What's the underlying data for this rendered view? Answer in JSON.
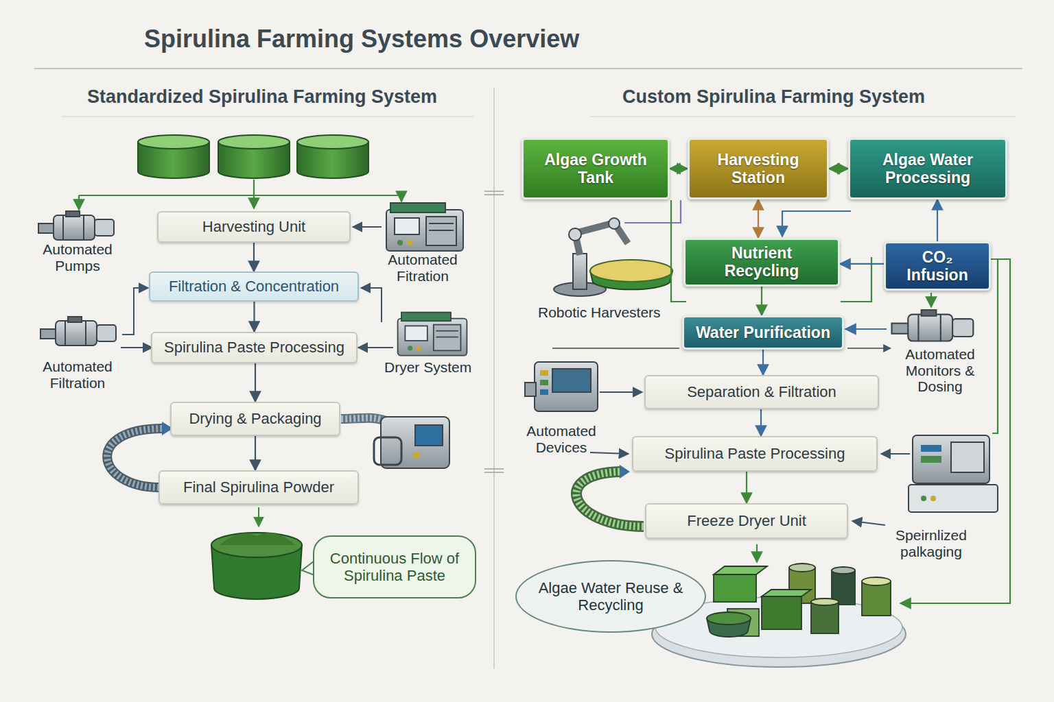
{
  "diagram": {
    "title": "Spirulina Farming Systems Overview",
    "nodes": [
      {
        "text": [
          "Harvesting Unit"
        ]
      },
      {
        "text": [
          "Filtration & Concentration"
        ]
      },
      {
        "text": [
          "Spirulina Paste Processing"
        ]
      },
      {
        "text": [
          "Drying & Packaging"
        ]
      },
      {
        "text": [
          "Final Spirulina Powder"
        ]
      },
      {
        "text": [
          "Continuous Flow of Spirulina Paste"
        ]
      },
      {
        "text": [
          "Algae Growth Tank"
        ]
      },
      {
        "text": [
          "Harvesting Station"
        ]
      },
      {
        "text": [
          "Algae Water Processing"
        ]
      },
      {
        "text": [
          "Nutrient Recycling"
        ]
      },
      {
        "text": [
          "CO₂ Infusion"
        ]
      },
      {
        "text": [
          "Water Purification"
        ]
      },
      {
        "text": [
          "Separation & Filtration"
        ]
      },
      {
        "text": [
          "Spirulina Paste Processing"
        ]
      },
      {
        "text": [
          "Freeze Dryer Unit"
        ]
      },
      {
        "text": [
          "Algae Water Reuse & Recycling"
        ]
      }
    ],
    "edges": [
      {
        "from": 0,
        "to": 1,
        "arrow": "to"
      },
      {
        "from": 1,
        "to": 2,
        "arrow": "to"
      },
      {
        "from": 2,
        "to": 3,
        "arrow": "to"
      },
      {
        "from": 3,
        "to": 4,
        "arrow": "to"
      },
      {
        "from": 6,
        "to": 7,
        "arrow": "both"
      },
      {
        "from": 7,
        "to": 8,
        "arrow": "both"
      },
      {
        "from": 7,
        "to": 9,
        "arrow": "both"
      },
      {
        "from": 10,
        "to": 9,
        "arrow": "to"
      },
      {
        "from": 10,
        "to": 8,
        "arrow": "to"
      },
      {
        "from": 9,
        "to": 11,
        "arrow": "to"
      },
      {
        "from": 11,
        "to": 12,
        "arrow": "to"
      },
      {
        "from": 12,
        "to": 13,
        "arrow": "to"
      },
      {
        "from": 13,
        "to": 14,
        "arrow": "to"
      }
    ],
    "labels": [
      "Standardized Spirulina Farming System",
      "Custom Spirulina Farming System",
      "Automated Pumps",
      "Automated Fitration",
      "Automated Filtration",
      "Dryer System",
      "Robotic Harvesters",
      "Automated Monitors & Dosing",
      "Automated Devices",
      "Speirnlized palkaging"
    ]
  }
}
